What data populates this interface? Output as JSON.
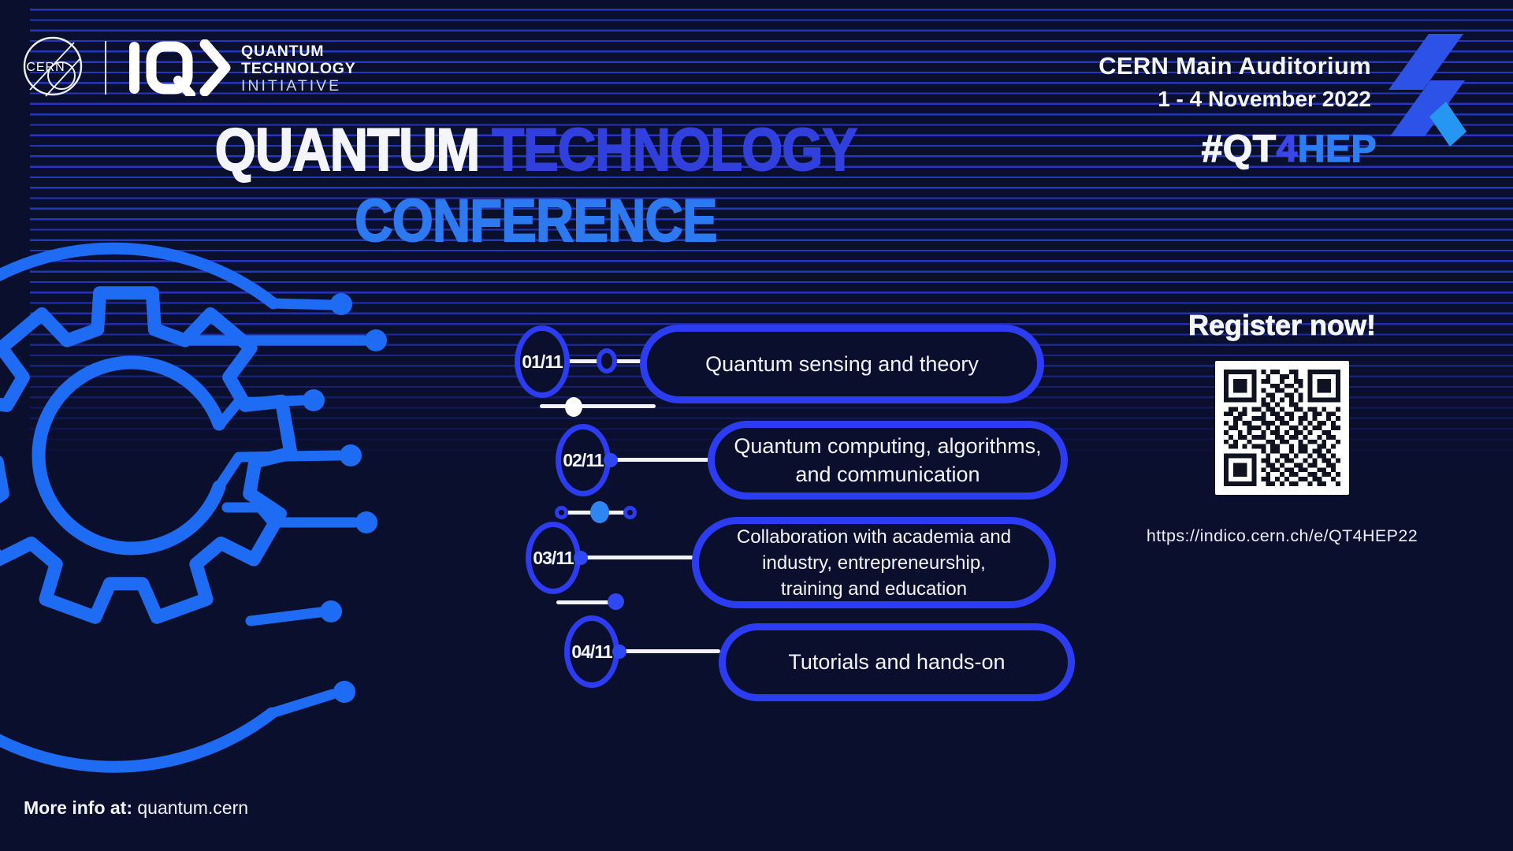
{
  "colors": {
    "background": "#0a0f2e",
    "stripe_blue": "#2636bc",
    "royal_blue": "#2c3cf2",
    "azure_blue": "#2d79f0",
    "art_blue": "#1e6cf4",
    "hash_number_blue": "#3a46e8",
    "white": "#f3f5fb"
  },
  "header": {
    "cern_logo_text": "CERN",
    "qti_logo": {
      "line1": "QUANTUM",
      "line2": "TECHNOLOGY",
      "line3": "INITIATIVE"
    },
    "venue": "CERN Main Auditorium",
    "dates": "1 - 4 November 2022",
    "hashtag": {
      "prefix": "#QT",
      "number": "4",
      "suffix": "HEP"
    }
  },
  "title": {
    "word1": "QUANTUM",
    "word2": "TECHNOLOGY",
    "line2": "CONFERENCE"
  },
  "timeline": [
    {
      "date": "01/11",
      "label": "Quantum sensing and theory"
    },
    {
      "date": "02/11",
      "label": "Quantum computing, algorithms,\nand communication"
    },
    {
      "date": "03/11",
      "label": "Collaboration with academia and\nindustry, entrepreneurship,\ntraining and education"
    },
    {
      "date": "04/11",
      "label": "Tutorials and hands-on"
    }
  ],
  "register": {
    "title": "Register now!",
    "url": "https://indico.cern.ch/e/QT4HEP22",
    "qr_matrix": [
      "1111111010110011001111111",
      "1000001001001101001000001",
      "1011101011001001101011101",
      "1011101000110110101011101",
      "1011101010011001001011101",
      "1000001001100110101000001",
      "1111111010101010101111111",
      "0000000011010011000000000",
      "0110101101101001101101001",
      "1101100010110110010110110",
      "0011001110011010110100101",
      "1010110011101100101011010",
      "0110011101010011010110011",
      "1001010010110101101001100",
      "0101101110011011010010110",
      "1010010001101100101101001",
      "0110101110110010110011010",
      "0000000010110010110110100",
      "1111111001001101001011010",
      "1000001011010110010101101",
      "1011101001101001101100110",
      "1011101010110110110011010",
      "1011101001001011001101101",
      "1000001011010100110110010",
      "1111111001101011001011001"
    ]
  },
  "footer": {
    "label": "More info at:",
    "value": "quantum.cern"
  }
}
